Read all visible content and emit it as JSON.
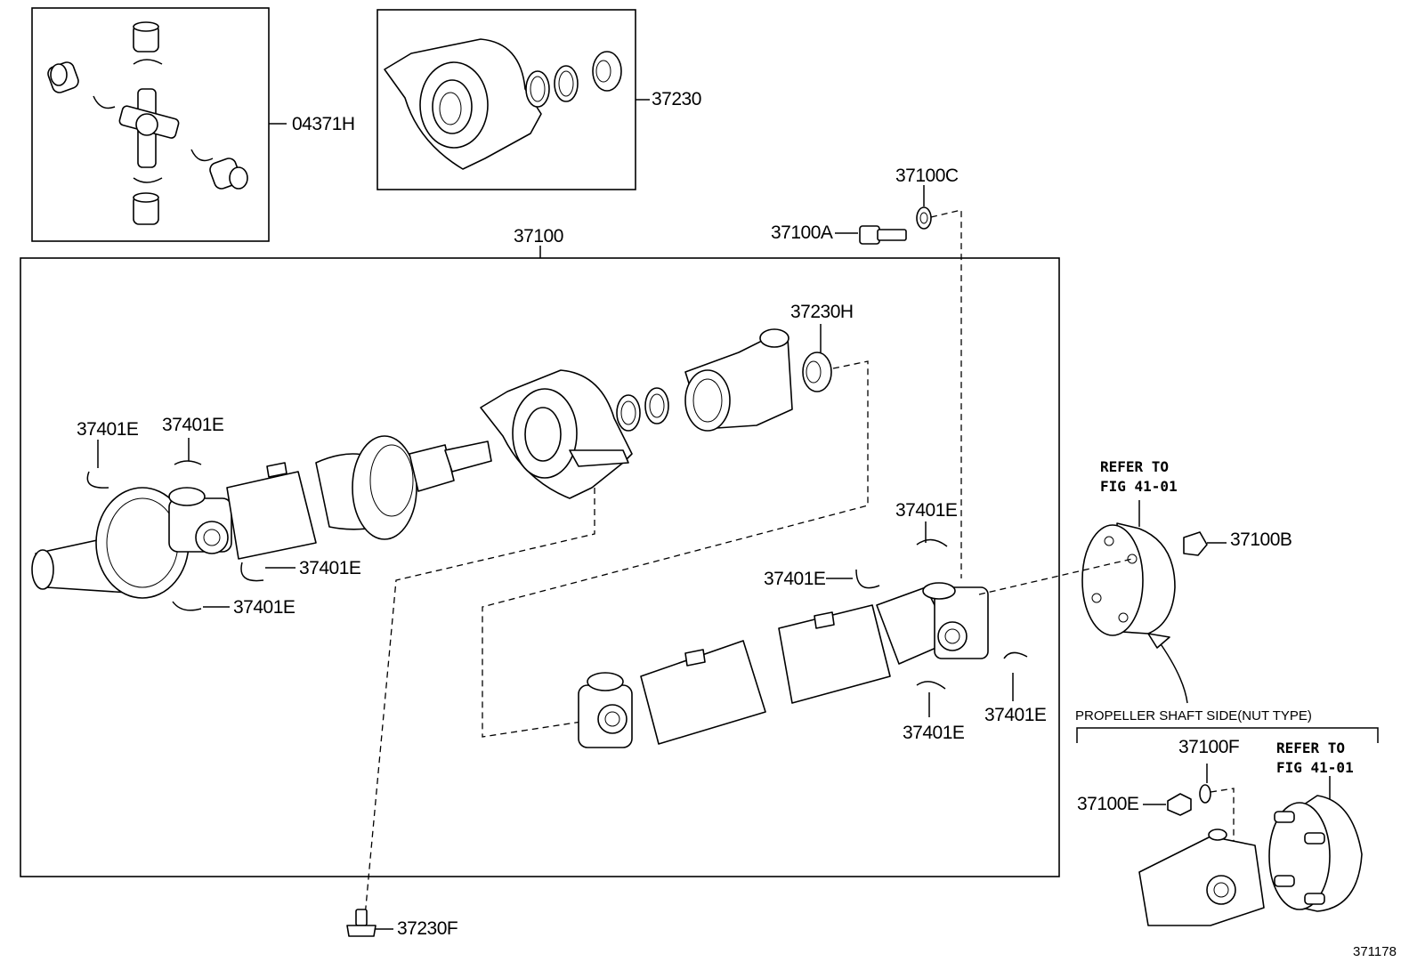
{
  "labels": {
    "p04371H": "04371H",
    "p37230": "37230",
    "p37100C": "37100C",
    "p37100A": "37100A",
    "p37100": "37100",
    "p37230H": "37230H",
    "p37401E_1": "37401E",
    "p37401E_2": "37401E",
    "p37401E_3": "37401E",
    "p37401E_4": "37401E",
    "p37401E_5": "37401E",
    "p37401E_6": "37401E",
    "p37401E_7": "37401E",
    "p37401E_8": "37401E",
    "p37100B": "37100B",
    "p37100F": "37100F",
    "p37100E": "37100E",
    "p37230F": "37230F"
  },
  "notes": {
    "refer1_line1": "REFER TO",
    "refer1_line2": "FIG 41-01",
    "refer2_line1": "REFER TO",
    "refer2_line2": "FIG 41-01",
    "propeller_side": "PROPELLER SHAFT SIDE(NUT TYPE)"
  },
  "illustration_number": "371178"
}
